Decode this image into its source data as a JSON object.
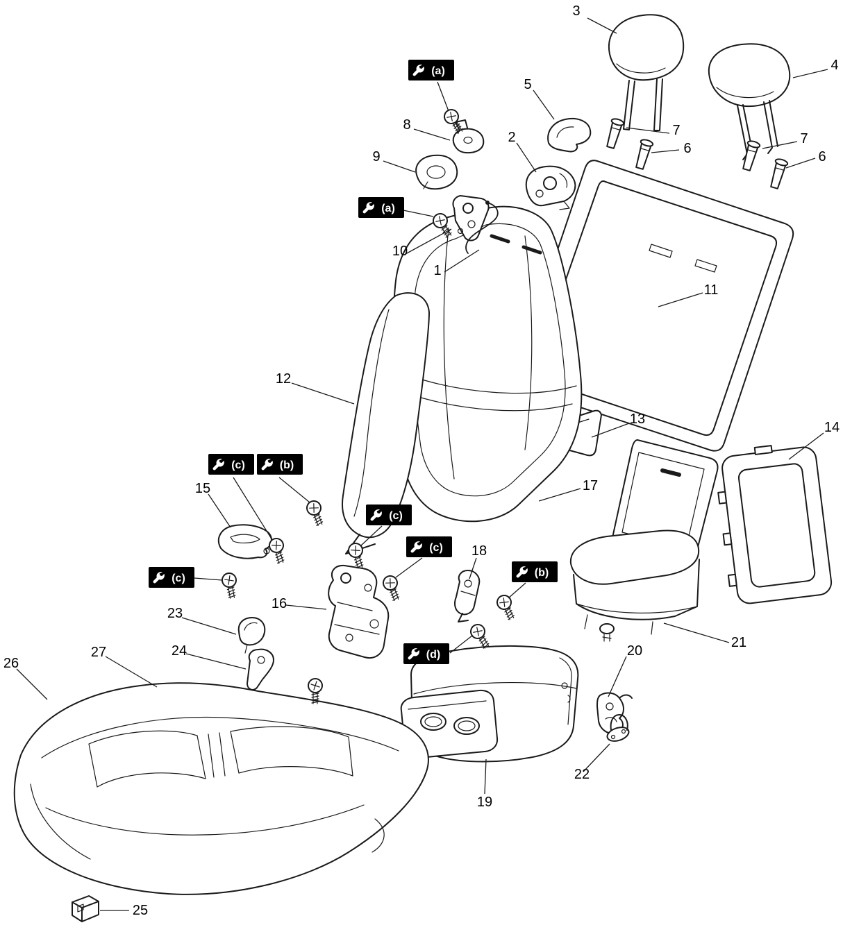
{
  "figure": {
    "background": "#ffffff",
    "line_color": "#1a1a1a",
    "marker_bg": "#000000",
    "marker_fg": "#ffffff"
  },
  "callouts": {
    "c1": "1",
    "c2": "2",
    "c3": "3",
    "c4": "4",
    "c5": "5",
    "c6a": "6",
    "c6b": "6",
    "c7a": "7",
    "c7b": "7",
    "c8": "8",
    "c9": "9",
    "c10": "10",
    "c11": "11",
    "c12": "12",
    "c13": "13",
    "c14": "14",
    "c15": "15",
    "c16": "16",
    "c17": "17",
    "c18": "18",
    "c19": "19",
    "c20": "20",
    "c21": "21",
    "c22": "22",
    "c23": "23",
    "c24": "24",
    "c25": "25",
    "c26": "26",
    "c27": "27"
  },
  "wrench_markers": {
    "w1": "(a)",
    "w2": "(a)",
    "w3": "(c)",
    "w4": "(b)",
    "w5": "(c)",
    "w6": "(c)",
    "w7": "(c)",
    "w8": "(b)",
    "w9": "(d)"
  }
}
